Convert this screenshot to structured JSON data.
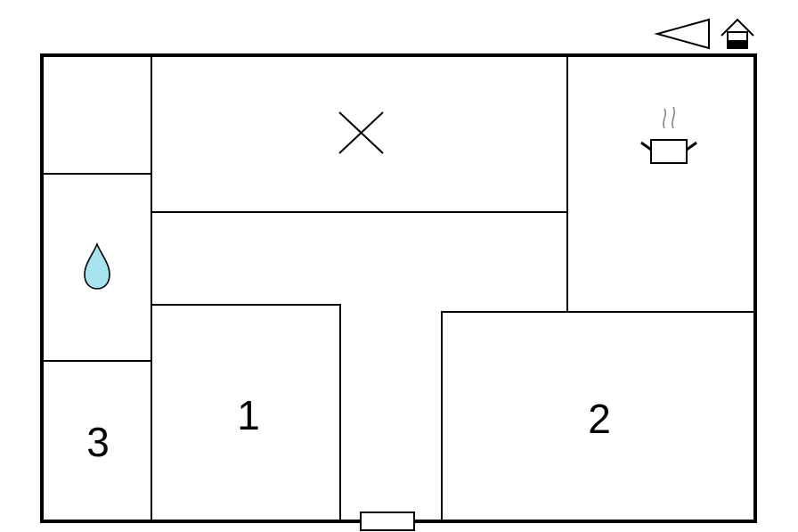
{
  "floorplan": {
    "rooms": [
      {
        "id": "bedroom-1",
        "label": "1"
      },
      {
        "id": "bedroom-2",
        "label": "2"
      },
      {
        "id": "bedroom-3",
        "label": "3"
      }
    ],
    "icons": {
      "bathroom": "water-drop-icon",
      "kitchen": "cooking-pot-icon",
      "unlabeled-room": "cross-icon",
      "orientation": "direction-arrow-icon",
      "entrance": "house-icon",
      "door": "door-marker"
    },
    "colors": {
      "wall": "#000000",
      "background": "#ffffff",
      "water": "#a8e4f0",
      "steam": "#888888"
    }
  }
}
